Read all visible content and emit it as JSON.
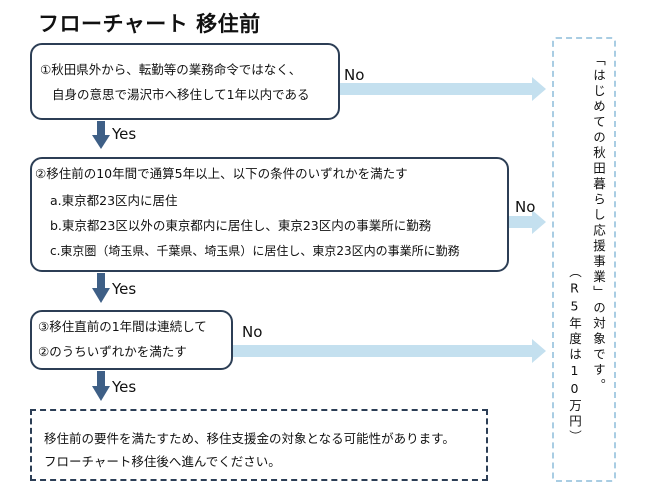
{
  "title": "フローチャート 移住前",
  "step1": {
    "line1": "①秋田県外から、転勤等の業務命令ではなく、",
    "line2": "自身の意思で湯沢市へ移住して1年以内である"
  },
  "step2": {
    "line1": "②移住前の10年間で通算5年以上、以下の条件のいずれかを満たす",
    "cond_a": "a.東京都23区内に居住",
    "cond_b": "b.東京都23区以外の東京都内に居住し、東京23区内の事業所に勤務",
    "cond_c": "c.東京圏（埼玉県、千葉県、埼玉県）に居住し、東京23区内の事業所に勤務"
  },
  "step3": {
    "line1": "③移住直前の1年間は連続して",
    "line2": "②のうちいずれかを満たす"
  },
  "outcome": {
    "line1": "移住前の要件を満たすため、移住支援金の対象となる可能性があります。",
    "line2": "フローチャート移住後へ進んでください。"
  },
  "result": {
    "col_main": "「はじめての秋田暮らし応援事業」の対象です。",
    "col_sub": "（R5年度は10万円）"
  },
  "labels": {
    "no": "No",
    "yes": "Yes"
  },
  "colors": {
    "box_border": "#2c3e55",
    "down_arrow": "#3e5f86",
    "no_arrow": "#c4e0ef",
    "result_border": "#a9cde3"
  }
}
